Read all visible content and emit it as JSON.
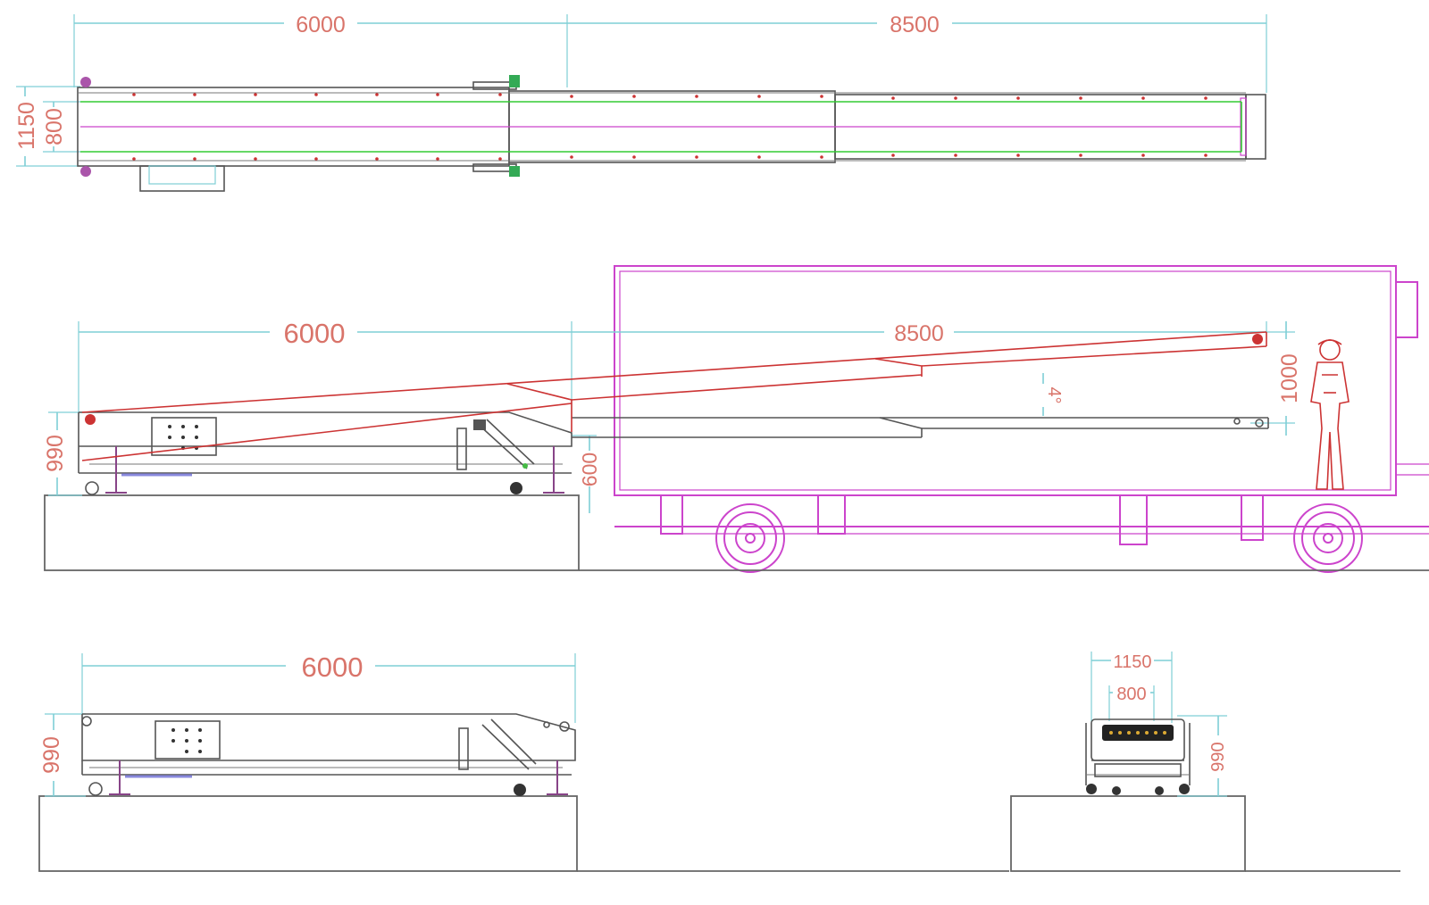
{
  "top_view": {
    "dim_length_fixed": "6000",
    "dim_length_extended": "8500",
    "dim_total_width": "1150",
    "dim_belt_width": "800"
  },
  "side_extended_view": {
    "dim_length_fixed": "6000",
    "dim_length_extended": "8500",
    "dim_height": "990",
    "dim_dock_height": "600",
    "dim_lift": "1000",
    "dim_angle": "4°"
  },
  "side_retracted_view": {
    "dim_length": "6000",
    "dim_height": "990"
  },
  "end_view": {
    "dim_total_width": "1150",
    "dim_belt_width": "800",
    "dim_height": "990"
  },
  "colors": {
    "dimension_text": "#d9746a",
    "dimension_line": "#7fcfd6",
    "truck": "#cc44cc",
    "raised_position": "#cc3333",
    "belt_edge": "#33cc33"
  }
}
